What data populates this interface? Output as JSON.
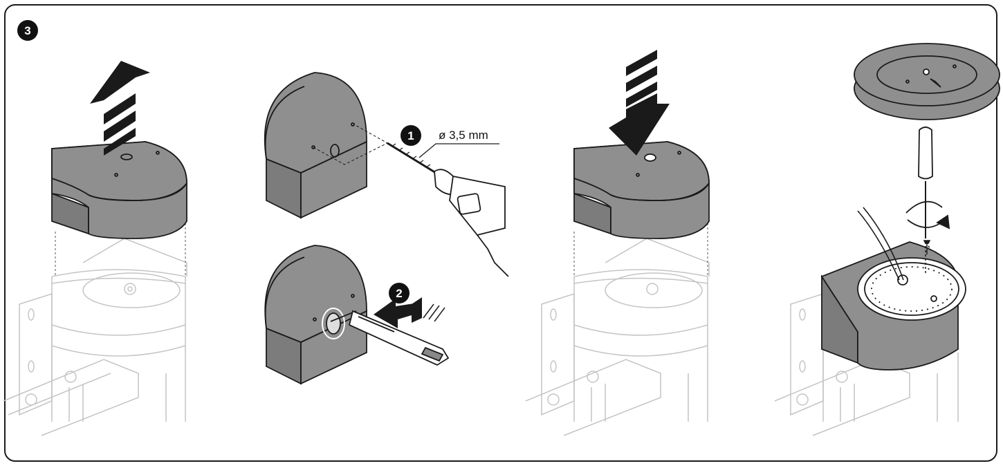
{
  "figure": {
    "step_number": "3",
    "sub_steps": [
      "1",
      "2"
    ],
    "drill_diameter_label": "ø 3,5 mm"
  },
  "colors": {
    "cover_gray": "#8f8f8f",
    "cover_gray_dark": "#7c7c7c",
    "line_dark": "#1a1a1a",
    "faded_line": "#c4c4c4",
    "badge_fill": "#111111",
    "badge_text": "#ffffff"
  }
}
